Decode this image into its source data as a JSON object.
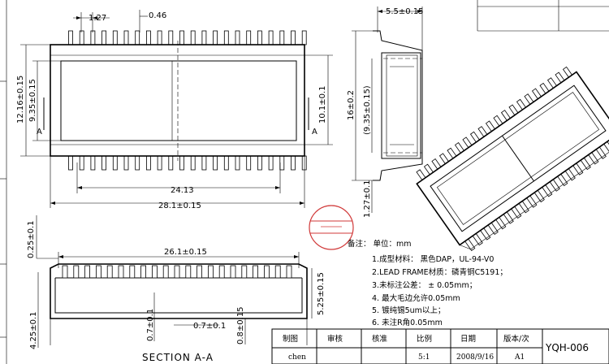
{
  "dims": {
    "pitch": "1.27",
    "lead_width": "0.46",
    "height_outer": "12.16±0.15",
    "height_inner": "9.35±0.15",
    "section_a": "A",
    "height_body": "10.1±0.1",
    "inner_len": "24.13",
    "total_len": "28.1±0.15",
    "side_width": "5.5±0.15",
    "side_height": "16±0.2",
    "side_inner": "(9.35±0.15)",
    "side_foot": "1.27±0.1",
    "sec_top_offset": "0.25±0.1",
    "sec_len": "26.1±0.15",
    "sec_height": "5.25±0.15",
    "sec_base": "4.25±0.1",
    "sec_gap_a": "0.7±0.1",
    "sec_gap_b": "0.7±0.1",
    "sec_foot": "0.8±0.15"
  },
  "section_title": "SECTION  A-A",
  "notes": {
    "header": "备注：  单位：mm",
    "items": [
      "1.成型材料：  黑色DAP，UL-94-V0",
      "2.LEAD  FRAME材质：磷青铜C5191；",
      "3.未标注公差：  ± 0.05mm；",
      "4.  最大毛边允许0.05mm",
      "5.  镀纯锡5um以上；",
      "6.  未注R角0.05mm"
    ]
  },
  "title_block": {
    "headers": [
      "制图",
      "审核",
      "核准",
      "比例",
      "日期",
      "版本/次"
    ],
    "values": [
      "chen",
      "",
      "",
      "5:1",
      "2008/9/16",
      "A1"
    ],
    "part_number": "YQH-006"
  }
}
